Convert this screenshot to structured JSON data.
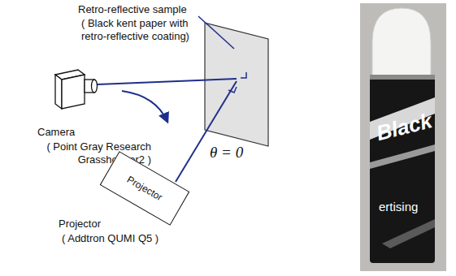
{
  "diagram": {
    "nodes": [
      {
        "text": [
          "Projector"
        ]
      }
    ],
    "labels": [
      "Retro-reflective sample",
      "( Black kent paper with retro-reflective coating)",
      "Camera",
      "( Point Gray Research Grasshopper2 )",
      "θ = 0",
      "Projector",
      "( Addtron QUMI Q5 )",
      "Black",
      "ertising"
    ]
  }
}
